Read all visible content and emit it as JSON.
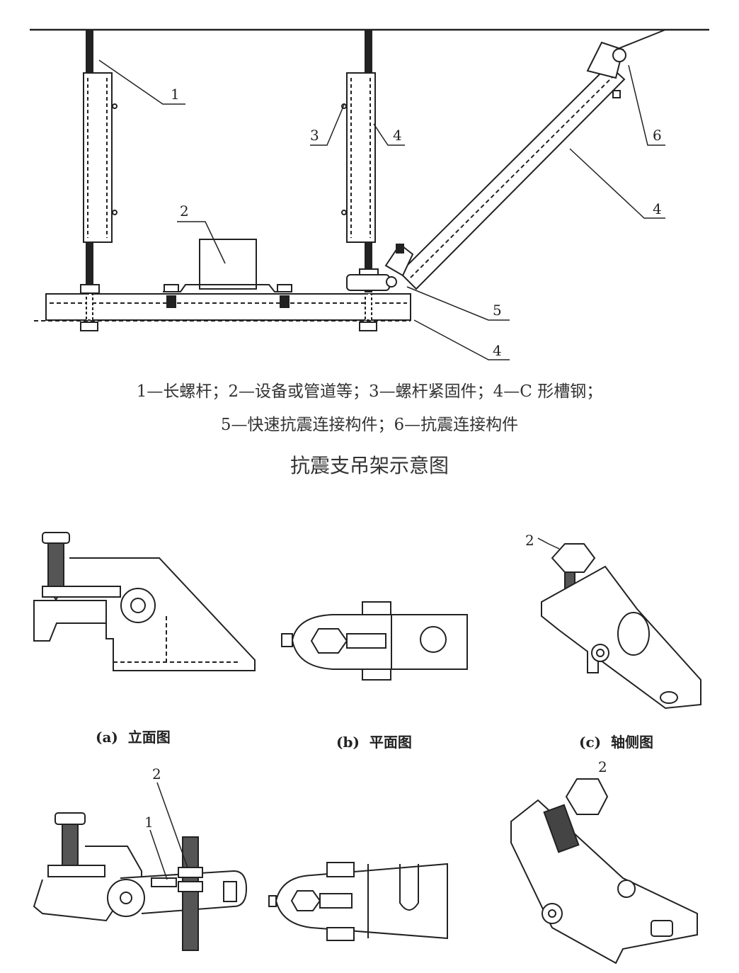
{
  "top_figure": {
    "labels": {
      "rod": "1",
      "equipment": "2",
      "fastener": "3",
      "channel_vertical": "4",
      "connector": "6",
      "channel_brace": "4",
      "quick_connector": "5",
      "channel_horizontal": "4"
    },
    "legend_line1": "1—长螺杆；2—设备或管道等；3—螺杆紧固件；4—C 形槽钢；",
    "legend_line2": "5—快速抗震连接构件；6—抗震连接构件",
    "title": "抗震支吊架示意图"
  },
  "bottom_figures": {
    "caption_a": "(a)  立面图",
    "caption_b": "(b)  平面图",
    "caption_c": "(c)  轴侧图",
    "labels": {
      "c_bolt": "2",
      "d_bolt": "2",
      "d_part": "1",
      "f_bolt": "2"
    }
  }
}
